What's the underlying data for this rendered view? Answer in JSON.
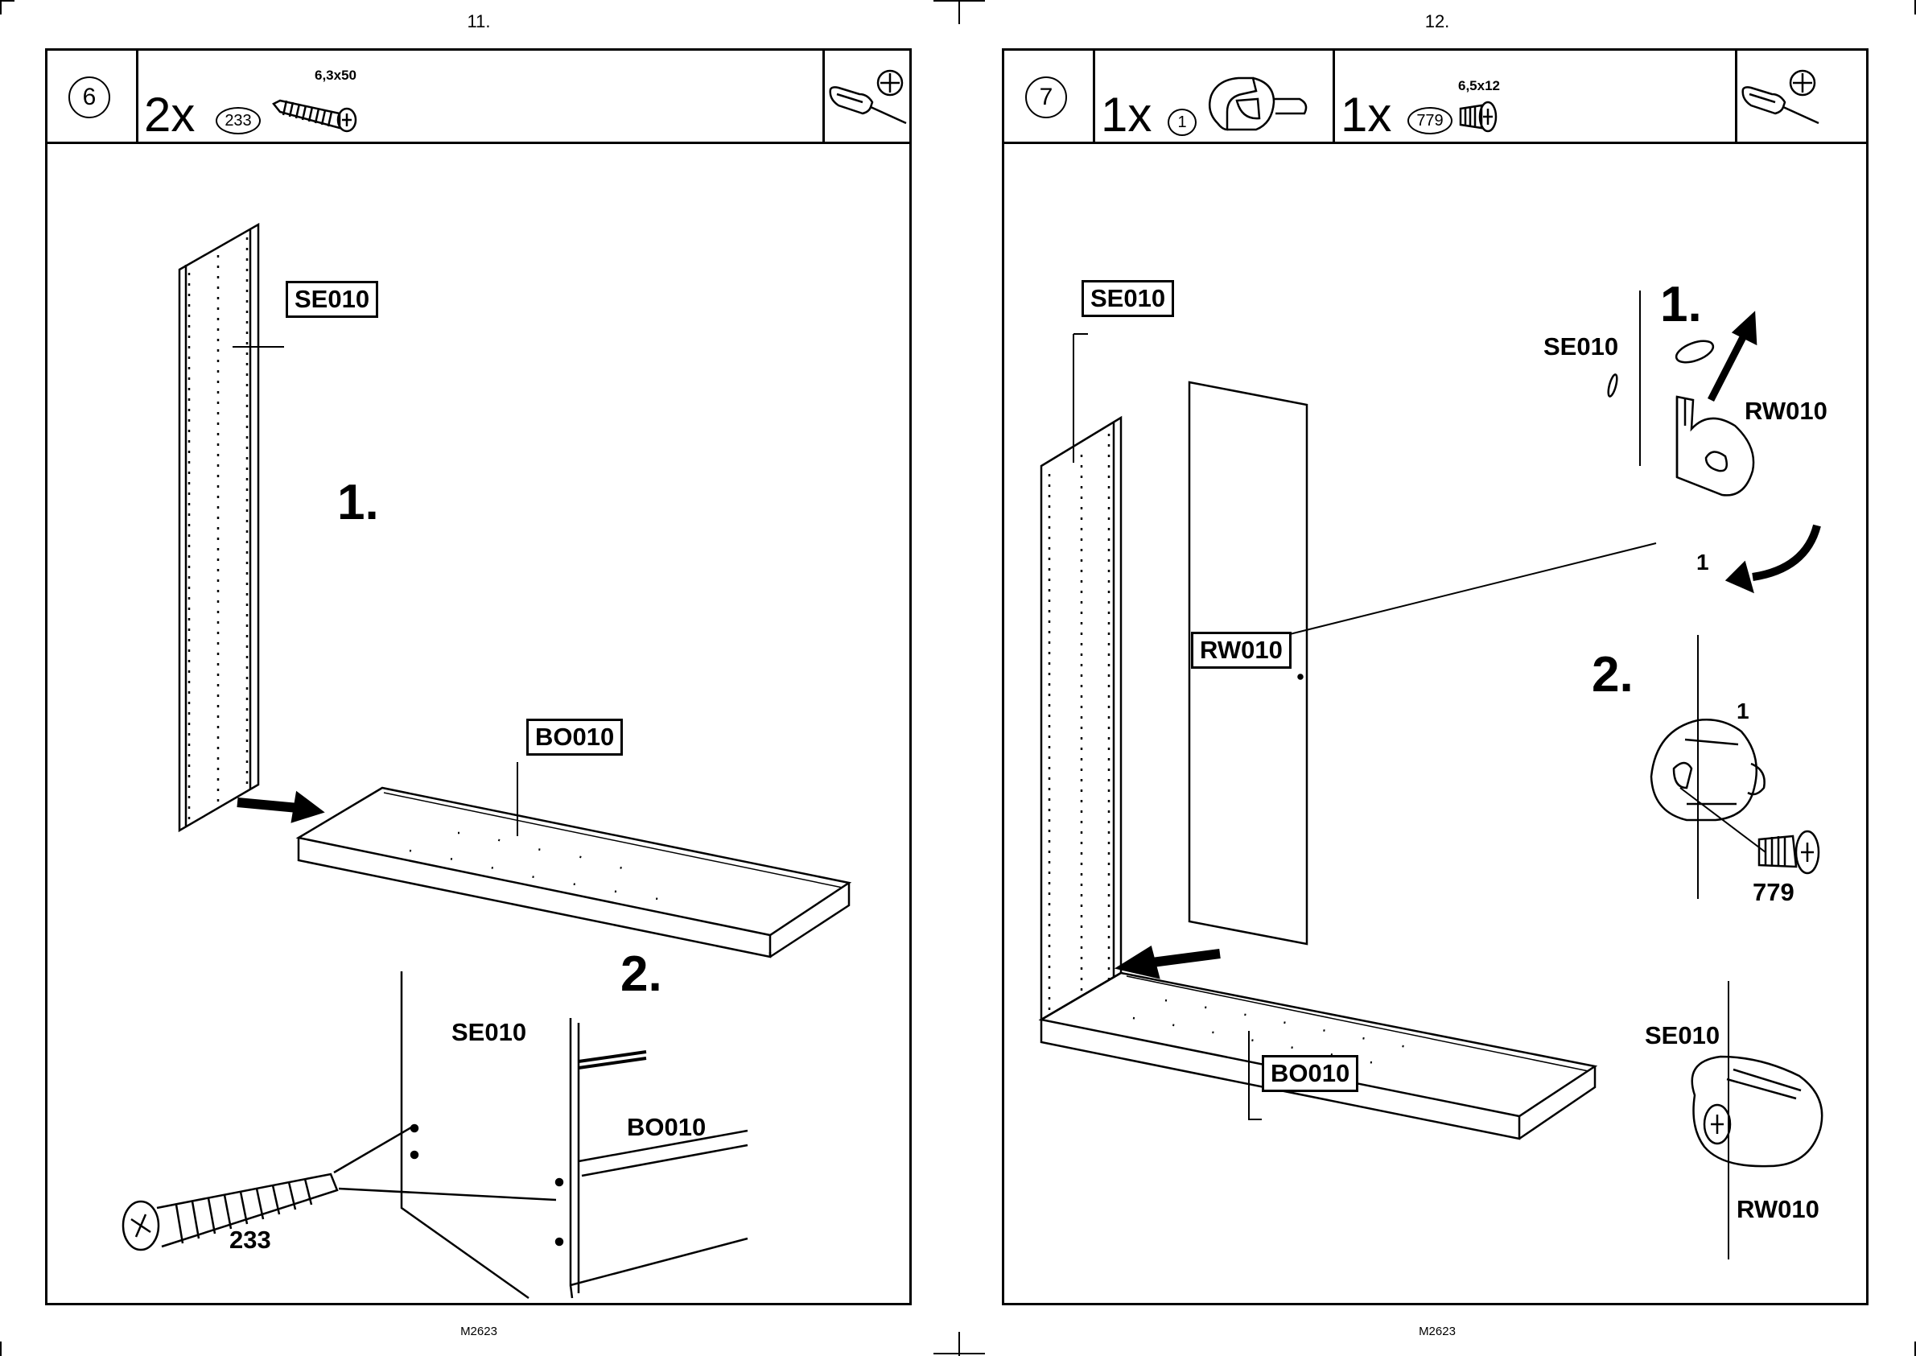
{
  "pages": [
    {
      "page_number": "11.",
      "footer_code": "M2623",
      "step": {
        "number": "6",
        "parts": [
          {
            "quantity": "2x",
            "part_id": "233",
            "size": "6,3x50",
            "icon": "cam-dowel-screw-icon"
          }
        ],
        "tool_icons": [
          "screwdriver-icon",
          "phillips-head-icon"
        ],
        "labels": {
          "se010": "SE010",
          "bo010": "BO010",
          "sub1": "1.",
          "sub2": "2.",
          "se010_detail": "SE010",
          "bo010_detail": "BO010",
          "screw_233": "233"
        }
      }
    },
    {
      "page_number": "12.",
      "footer_code": "M2623",
      "step": {
        "number": "7",
        "parts": [
          {
            "quantity": "1x",
            "part_id": "1",
            "size": "",
            "icon": "rail-holder-clip-icon"
          },
          {
            "quantity": "1x",
            "part_id": "779",
            "size": "6,5x12",
            "icon": "short-screw-icon"
          }
        ],
        "tool_icons": [
          "screwdriver-icon",
          "phillips-head-icon"
        ],
        "labels": {
          "se010": "SE010",
          "rw010": "RW010",
          "bo010": "BO010",
          "sub1": "1.",
          "se010_d1": "SE010",
          "rw010_d1": "RW010",
          "part1_d1": "1",
          "sub2": "2.",
          "part1_d2": "1",
          "screw_779": "779",
          "se010_d3": "SE010",
          "rw010_d3": "RW010"
        }
      }
    }
  ]
}
